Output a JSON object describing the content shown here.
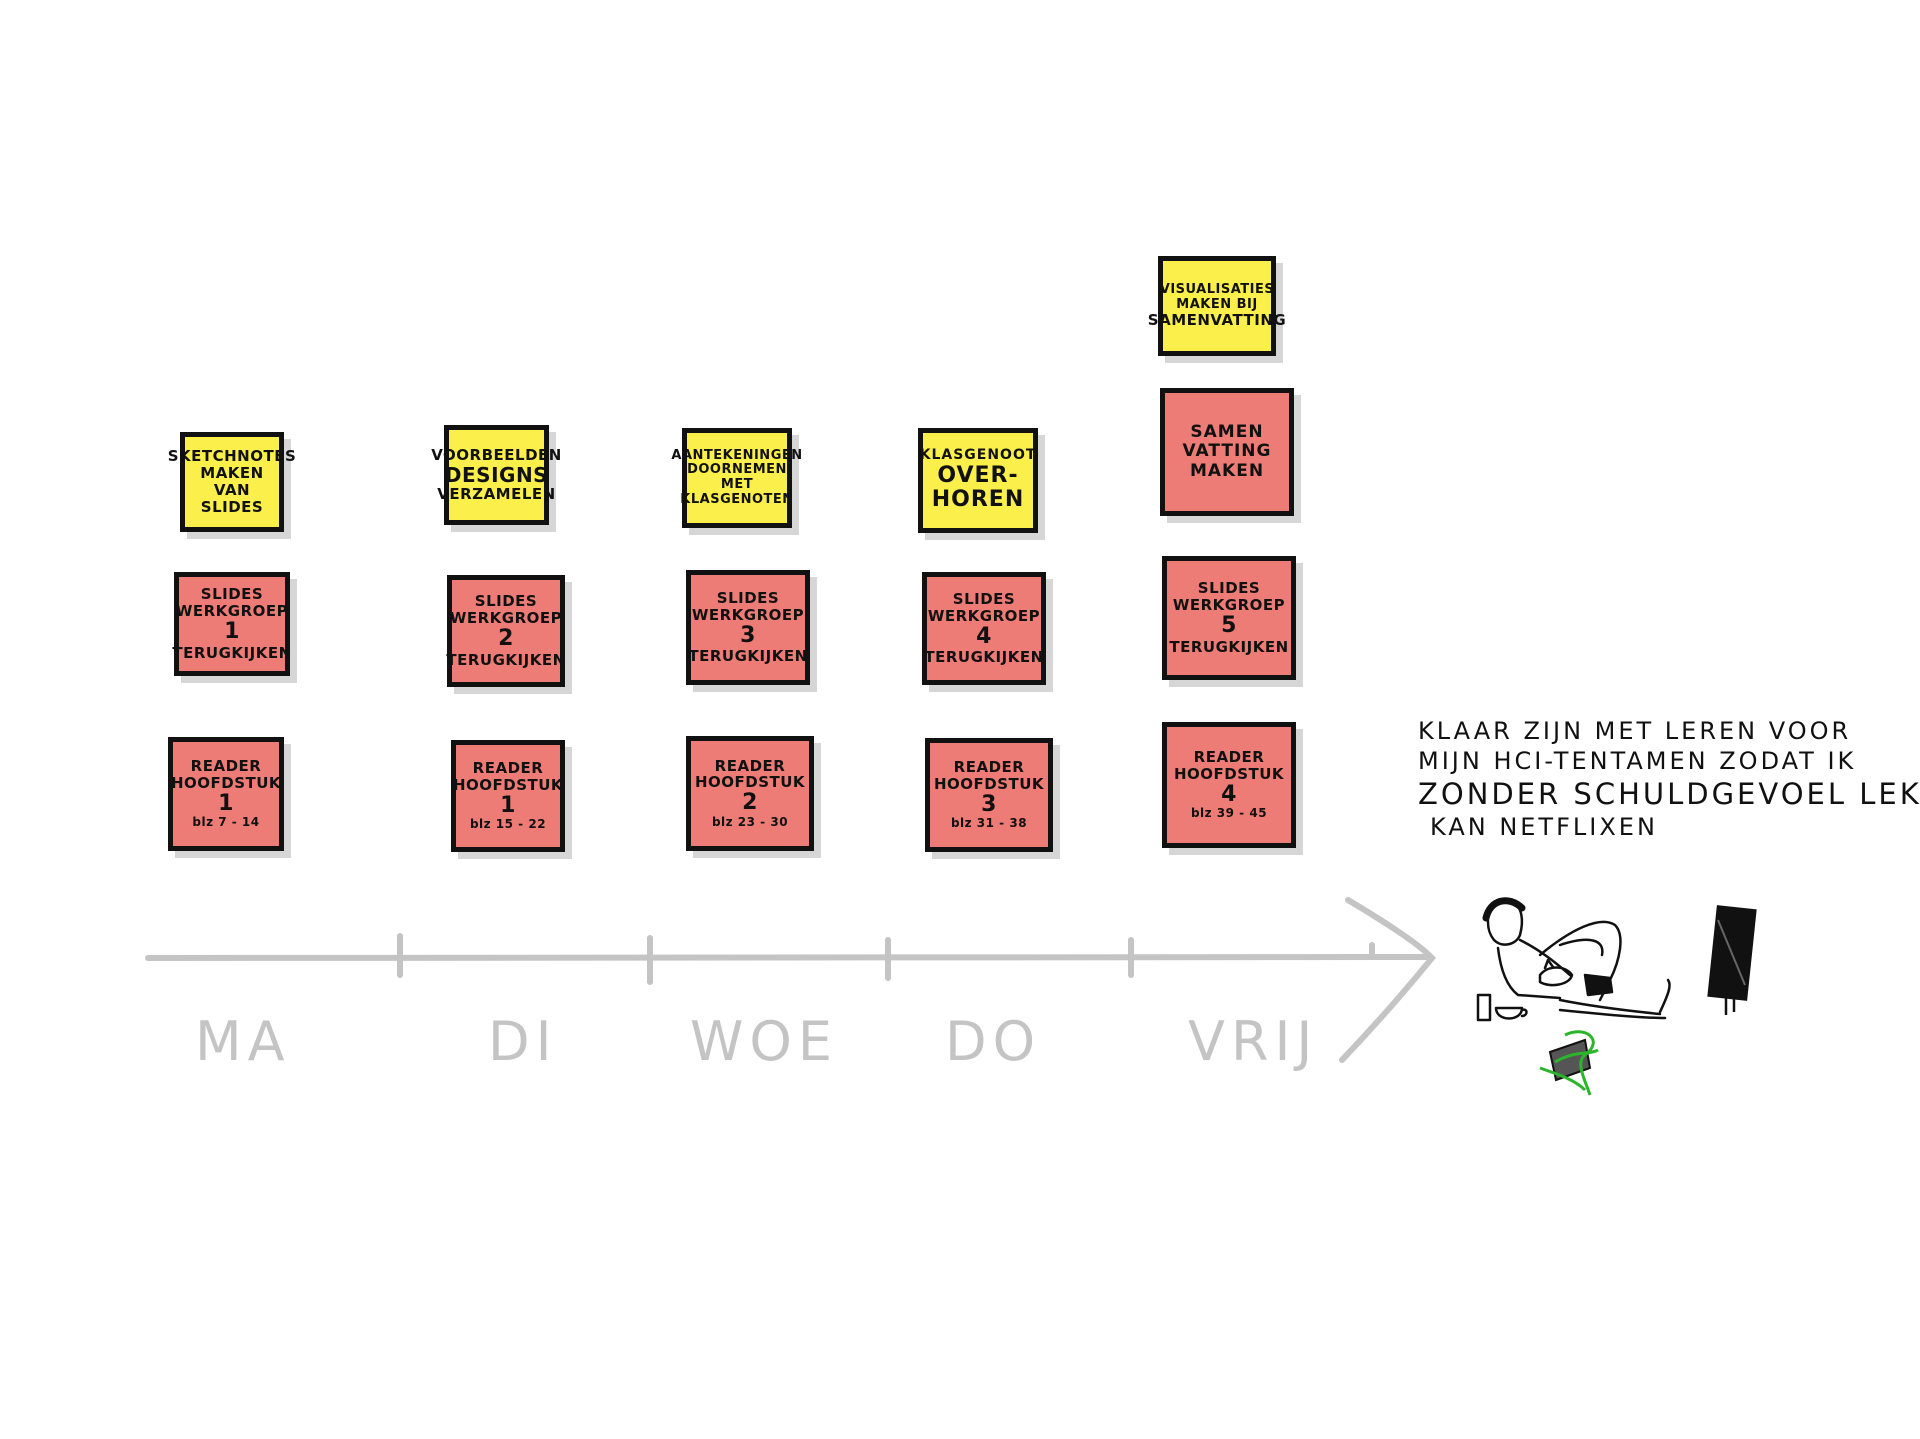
{
  "days": [
    "MA",
    "DI",
    "WOE",
    "DO",
    "VRIJ"
  ],
  "columns": [
    {
      "yellow": [
        "SKETCHNOTES",
        "MAKEN",
        "VAN",
        "SLIDES"
      ],
      "slides": [
        "SLIDES",
        "WERKGROEP",
        "1",
        "TERUGKIJKEN"
      ],
      "reader": [
        "READER",
        "HOOFDSTUK",
        "1",
        "blz 7 - 14"
      ]
    },
    {
      "yellow": [
        "VOORBEELDEN",
        "DESIGNS",
        "VERZAMELEN"
      ],
      "slides": [
        "SLIDES",
        "WERKGROEP",
        "2",
        "TERUGKIJKEN"
      ],
      "reader": [
        "READER",
        "HOOFDSTUK",
        "1",
        "blz 15 - 22"
      ]
    },
    {
      "yellow": [
        "AANTEKENINGEN",
        "DOORNEMEN",
        "MET",
        "KLASGENOTEN"
      ],
      "slides": [
        "SLIDES",
        "WERKGROEP",
        "3",
        "TERUGKIJKEN"
      ],
      "reader": [
        "READER",
        "HOOFDSTUK",
        "2",
        "blz 23 - 30"
      ]
    },
    {
      "yellow": [
        "KLASGENOOT",
        "OVER-",
        "HOREN"
      ],
      "slides": [
        "SLIDES",
        "WERKGROEP",
        "4",
        "TERUGKIJKEN"
      ],
      "reader": [
        "READER",
        "HOOFDSTUK",
        "3",
        "blz 31 - 38"
      ]
    },
    {
      "yellow": [
        "VISUALISATIES",
        "MAKEN BIJ",
        "SAMENVATTING"
      ],
      "extra": [
        "SAMEN",
        "VATTING",
        "MAKEN"
      ],
      "slides": [
        "SLIDES",
        "WERKGROEP",
        "5",
        "TERUGKIJKEN"
      ],
      "reader": [
        "READER",
        "HOOFDSTUK",
        "4",
        "blz 39 - 45"
      ]
    }
  ],
  "goal": [
    "KLAAR ZIJN MET LEREN VOOR",
    "MIJN HCI-TENTAMEN ZODAT IK",
    "ZONDER SCHULDGEVOEL LEKKER",
    "KAN NETFLIXEN"
  ],
  "colors": {
    "yellow_note": "#fbef4c",
    "red_note": "#ee7c76",
    "outline": "#111111",
    "timeline": "#c4c4c4",
    "accent": "#2ab52a"
  },
  "icons": [
    "timeline-arrow",
    "person-relaxing-illustration",
    "tv-screen-icon",
    "crossed-out-book-icon"
  ]
}
